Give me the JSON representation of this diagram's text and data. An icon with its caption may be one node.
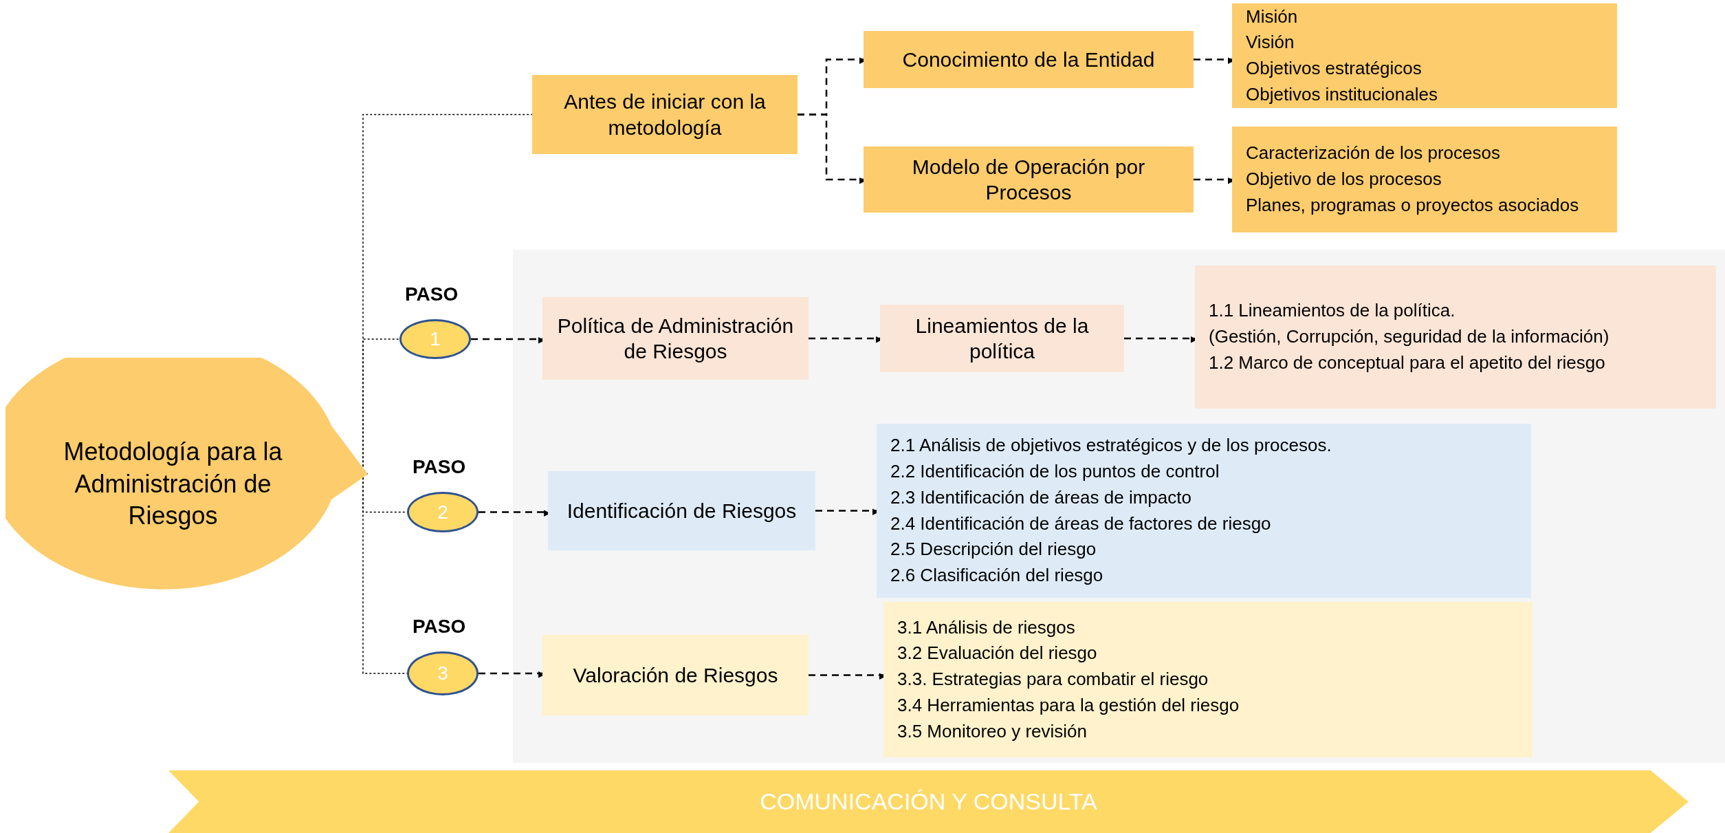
{
  "diagram": {
    "nodes": [
      {
        "text": [
          "Metodología para la Administración de Riesgos"
        ]
      },
      {
        "text": [
          "Antes de iniciar con la metodología"
        ]
      },
      {
        "text": [
          "Conocimiento de la Entidad"
        ]
      },
      {
        "text": [
          "Misión",
          "Visión",
          "Objetivos estratégicos",
          "Objetivos institucionales"
        ]
      },
      {
        "text": [
          "Modelo de Operación por Procesos"
        ]
      },
      {
        "text": [
          "Caracterización de los procesos",
          "Objetivo de los procesos",
          "Planes, programas o proyectos asociados"
        ]
      },
      {
        "text": [
          "1"
        ],
        "beside": [
          "PASO"
        ]
      },
      {
        "text": [
          "Política de Administración de Riesgos"
        ]
      },
      {
        "text": [
          "Lineamientos de la política"
        ]
      },
      {
        "text": [
          "1.1 Lineamientos de la política.",
          "(Gestión, Corrupción, seguridad de la información)",
          "1.2 Marco de conceptual para el apetito del riesgo"
        ]
      },
      {
        "text": [
          "2"
        ],
        "beside": [
          "PASO"
        ]
      },
      {
        "text": [
          "Identificación de Riesgos"
        ]
      },
      {
        "text": [
          "2.1 Análisis de objetivos estratégicos y de los procesos.",
          "2.2 Identificación de los puntos de control",
          "2.3 Identificación de áreas de impacto",
          "2.4 Identificación de áreas de factores de riesgo",
          "2.5 Descripción del riesgo",
          "2.6 Clasificación del riesgo"
        ]
      },
      {
        "text": [
          "3"
        ],
        "beside": [
          "PASO"
        ]
      },
      {
        "text": [
          "Valoración de Riesgos"
        ]
      },
      {
        "text": [
          "3.1 Análisis de riesgos",
          "3.2 Evaluación del riesgo",
          "3.3. Estrategias para combatir el riesgo",
          "3.4 Herramientas para la gestión del riesgo",
          "3.5 Monitoreo y revisión"
        ]
      },
      {
        "text": [
          "COMUNICACIÓN Y CONSULTA"
        ]
      }
    ],
    "edges": [
      {
        "from": 0,
        "to": 1,
        "arrow": "none",
        "style": "dashed"
      },
      {
        "from": 0,
        "to": 6,
        "arrow": "none",
        "style": "dashed"
      },
      {
        "from": 0,
        "to": 10,
        "arrow": "none",
        "style": "dashed"
      },
      {
        "from": 0,
        "to": 13,
        "arrow": "none",
        "style": "dashed"
      },
      {
        "from": 1,
        "to": 2,
        "arrow": "to",
        "style": "dashed"
      },
      {
        "from": 1,
        "to": 4,
        "arrow": "to",
        "style": "dashed"
      },
      {
        "from": 2,
        "to": 3,
        "arrow": "to",
        "style": "dashed"
      },
      {
        "from": 4,
        "to": 5,
        "arrow": "to",
        "style": "dashed"
      },
      {
        "from": 6,
        "to": 7,
        "arrow": "to",
        "style": "dashed"
      },
      {
        "from": 7,
        "to": 8,
        "arrow": "to",
        "style": "dashed"
      },
      {
        "from": 8,
        "to": 9,
        "arrow": "to",
        "style": "dashed"
      },
      {
        "from": 10,
        "to": 11,
        "arrow": "to",
        "style": "dashed"
      },
      {
        "from": 11,
        "to": 12,
        "arrow": "to",
        "style": "dashed"
      },
      {
        "from": 13,
        "to": 14,
        "arrow": "to",
        "style": "dashed"
      },
      {
        "from": 14,
        "to": 15,
        "arrow": "to",
        "style": "dashed"
      }
    ]
  }
}
